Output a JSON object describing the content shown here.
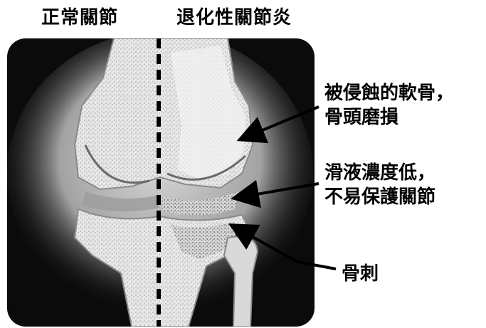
{
  "header": {
    "left_title": "正常關節",
    "right_title": "退化性關節炎"
  },
  "annotations": [
    {
      "lines": [
        "被侵蝕的軟骨，",
        "骨頭磨損"
      ]
    },
    {
      "lines": [
        "滑液濃度低，",
        "不易保護關節"
      ]
    },
    {
      "lines": [
        "骨刺"
      ]
    }
  ],
  "colors": {
    "background": "#ffffff",
    "panel": "#0b0b0b",
    "bone": "#e6e6e6",
    "text": "#000000"
  }
}
